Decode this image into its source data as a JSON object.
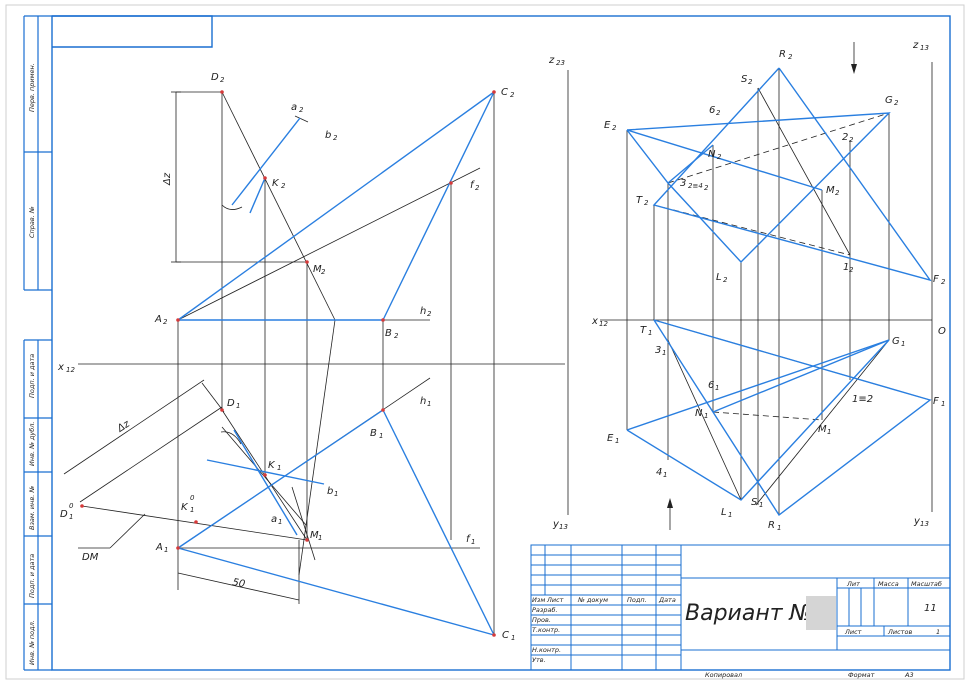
{
  "colors": {
    "frame": "#1a6fd1",
    "construction": "#222222",
    "blue_line": "#2a7fe0",
    "point": "#d63a3a"
  },
  "side_strip": [
    "Перв. примен.",
    "Справ. №",
    "Подп. и дата",
    "Инв. № дубл.",
    "Взам. инв. №",
    "Подп. и дата",
    "Инв. № подл."
  ],
  "left_view": {
    "points": {
      "D2": "D",
      "K2": "K",
      "a2": "a",
      "b2": "b",
      "M2": "M",
      "A2": "A",
      "B2": "B",
      "h2": "h",
      "C2": "C",
      "f2": "f",
      "D1": "D",
      "K1": "K",
      "b1": "b",
      "a1": "a",
      "M1": "M",
      "A1": "A",
      "B1": "B",
      "h1": "h",
      "C1": "C",
      "f1": "f",
      "D1_0": "D",
      "K1_0": "K"
    },
    "axis_x": "x",
    "dz_label": "Δz",
    "dz_label2": "Δz",
    "dm_label": "DM",
    "dim_50": "50"
  },
  "right_view": {
    "axis_x": "x",
    "axis_o": "O",
    "z23": "z",
    "z13": "z",
    "y13a": "y",
    "y13b": "y",
    "points": {
      "R2": "R",
      "S2": "S",
      "E2": "E",
      "G2": "G",
      "N2": "N",
      "M2": "M",
      "T2": "T",
      "L2": "L",
      "F2": "F",
      "T1": "T",
      "G1": "G",
      "F1": "F",
      "E1": "E",
      "N1": "N",
      "M1": "M",
      "L1": "L",
      "S1": "S",
      "R1": "R",
      "one_two_2": "2",
      "one_2": "1",
      "six2": "6",
      "three4": "3",
      "three1": "3",
      "six1": "6",
      "four1": "4",
      "eq1": "1≡2"
    }
  },
  "title_block": {
    "header": [
      "Изм",
      "Лист",
      "№ докум",
      "Подп.",
      "Дата"
    ],
    "roles": [
      "Разраб.",
      "Пров.",
      "Т.контр.",
      "",
      "Н.контр.",
      "Утв."
    ],
    "title": "Вариант №",
    "lit_label": "Лит",
    "mass_label": "Масса",
    "scale_label": "Масштаб",
    "scale_value": "11",
    "sheet_label": "Лист",
    "sheets_label": "Листов",
    "sheets_value": "1",
    "copied": "Копировал",
    "format_label": "Формат",
    "format_value": "A3"
  }
}
